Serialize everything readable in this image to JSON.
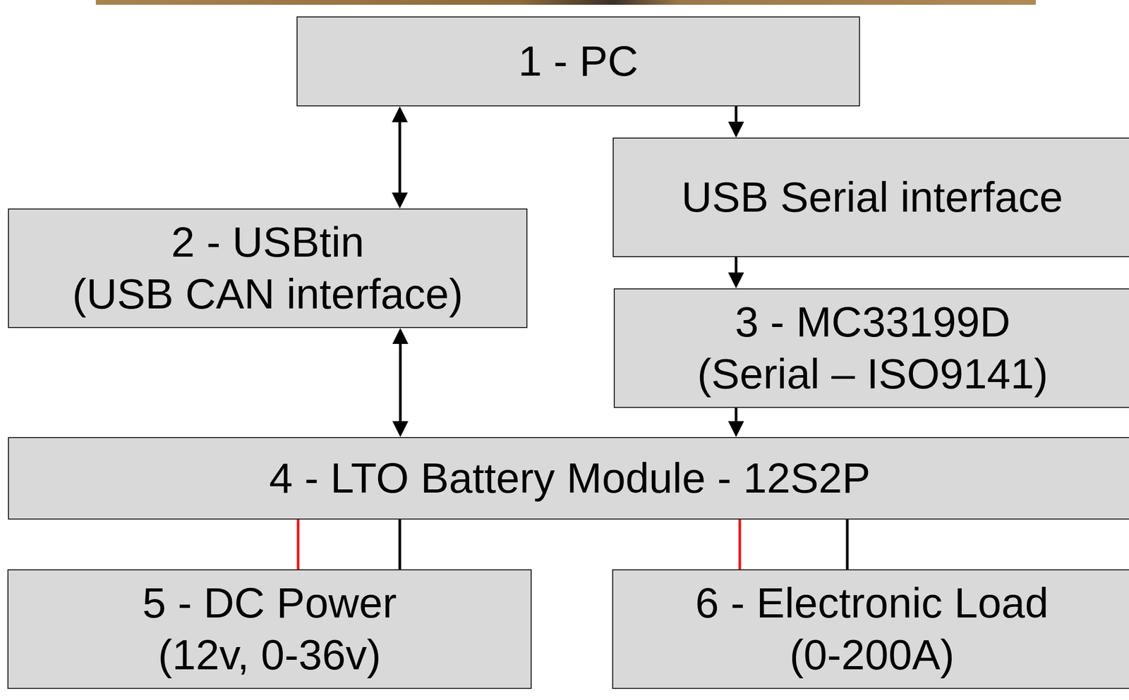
{
  "diagram": {
    "nodes": [
      {
        "text": [
          "1 - PC"
        ]
      },
      {
        "text": [
          "USB Serial interface"
        ]
      },
      {
        "text": [
          "2 - USBtin",
          "(USB CAN interface)"
        ]
      },
      {
        "text": [
          "3 - MC33199D",
          "(Serial – ISO9141)"
        ]
      },
      {
        "text": [
          "4 - LTO Battery Module - 12S2P"
        ]
      },
      {
        "text": [
          "5 - DC Power",
          "(12v, 0-36v)"
        ]
      },
      {
        "text": [
          "6 - Electronic Load",
          "(0-200A)"
        ]
      }
    ],
    "edges": [
      {
        "from": 0,
        "to": 2,
        "arrow": "both"
      },
      {
        "from": 0,
        "to": 1,
        "arrow": "to"
      },
      {
        "from": 1,
        "to": 3,
        "arrow": "to"
      },
      {
        "from": 2,
        "to": 4,
        "arrow": "both"
      },
      {
        "from": 3,
        "to": 4,
        "arrow": "to"
      },
      {
        "from": 4,
        "to": 5,
        "arrow": "none"
      },
      {
        "from": 4,
        "to": 5,
        "arrow": "none"
      },
      {
        "from": 4,
        "to": 6,
        "arrow": "none"
      },
      {
        "from": 4,
        "to": 6,
        "arrow": "none"
      }
    ]
  }
}
